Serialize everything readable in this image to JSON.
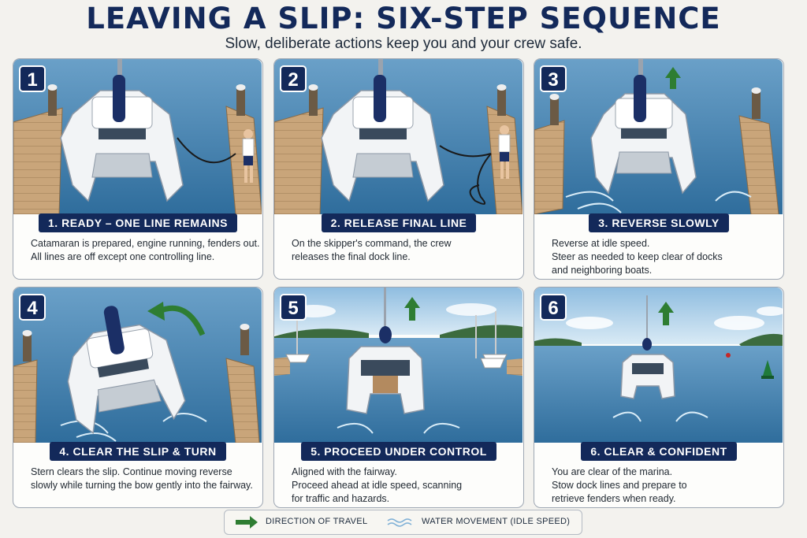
{
  "title": "LEAVING A SLIP: SIX-STEP SEQUENCE",
  "subtitle": "Slow, deliberate actions keep you and your crew safe.",
  "colors": {
    "navy": "#13295a",
    "arrow_green": "#2e7d32",
    "water": "#3f7fae"
  },
  "steps": [
    {
      "number": "1",
      "label": "1. READY – ONE LINE REMAINS",
      "lines": [
        "Catamaran is prepared, engine running, fenders out.",
        "All lines are off except one controlling line."
      ]
    },
    {
      "number": "2",
      "label": "2. RELEASE FINAL LINE",
      "lines": [
        "On the skipper's command, the crew",
        "releases the final dock line."
      ]
    },
    {
      "number": "3",
      "label": "3. REVERSE SLOWLY",
      "lines": [
        "Reverse at idle speed.",
        "Steer as needed to keep clear of docks",
        "and neighboring boats."
      ]
    },
    {
      "number": "4",
      "label": "4. CLEAR THE SLIP & TURN",
      "lines": [
        "Stern clears the slip. Continue moving reverse",
        "slowly while turning the bow gently into the fairway."
      ]
    },
    {
      "number": "5",
      "label": "5. PROCEED UNDER CONTROL",
      "lines": [
        "Aligned with the fairway.",
        "Proceed ahead at idle speed, scanning",
        "for traffic and hazards."
      ]
    },
    {
      "number": "6",
      "label": "6. CLEAR & CONFIDENT",
      "lines": [
        "You are clear of the marina.",
        "Stow dock lines and prepare to",
        "retrieve fenders when ready."
      ]
    }
  ],
  "legend": {
    "direction": "DIRECTION OF TRAVEL",
    "water": "WATER MOVEMENT (IDLE SPEED)"
  }
}
